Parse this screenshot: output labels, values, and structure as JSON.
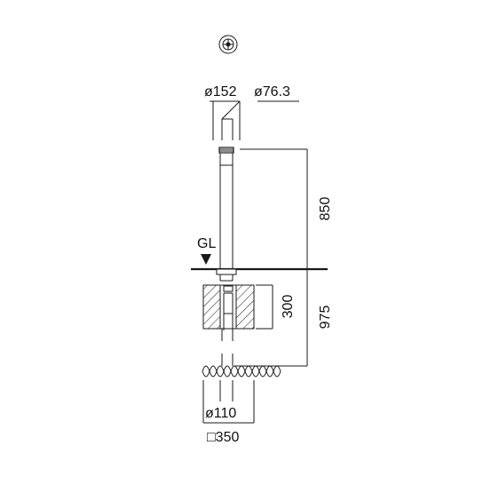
{
  "labels": {
    "diameter_152": "ø152",
    "diameter_76_3": "ø76.3",
    "height_850": "850",
    "ground_level": "GL",
    "depth_300": "300",
    "depth_975": "975",
    "diameter_110": "ø110",
    "square_350": "□350"
  },
  "icons": {
    "top_view": "circle-target-icon",
    "ground_marker": "down-triangle-icon"
  },
  "colors": {
    "ink": "#1a1a1a",
    "background": "#ffffff"
  }
}
